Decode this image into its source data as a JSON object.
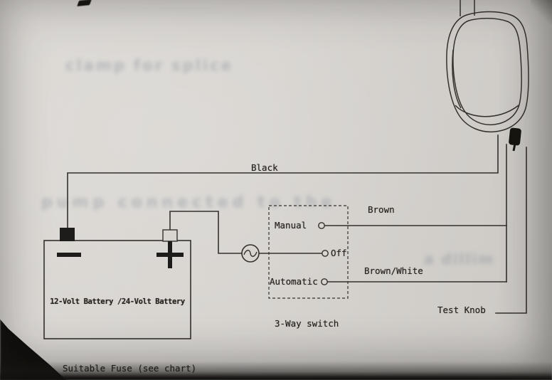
{
  "page": {
    "description": "Photographed wiring diagram from a bilge pump manual",
    "colors": {
      "paper": "#d8d5d1",
      "ink": "#34312d",
      "terminal_fill": "#1e1c1a",
      "photo_edge": "#0d0b09"
    }
  },
  "diagram": {
    "battery": {
      "label": "12-Volt Battery /24-Volt Battery"
    },
    "fuse_note": "Suitable Fuse (see chart)",
    "switch": {
      "title": "3-Way switch",
      "manual": "Manual",
      "off": "Off",
      "automatic": "Automatic"
    },
    "wires": {
      "black": "Black",
      "brown": "Brown",
      "brown_white": "Brown/White"
    },
    "test_knob": "Test Knob",
    "ghost_text": {
      "line1": "clamp for splice",
      "line2": "pump connected to the",
      "line3": "a dillim"
    }
  }
}
